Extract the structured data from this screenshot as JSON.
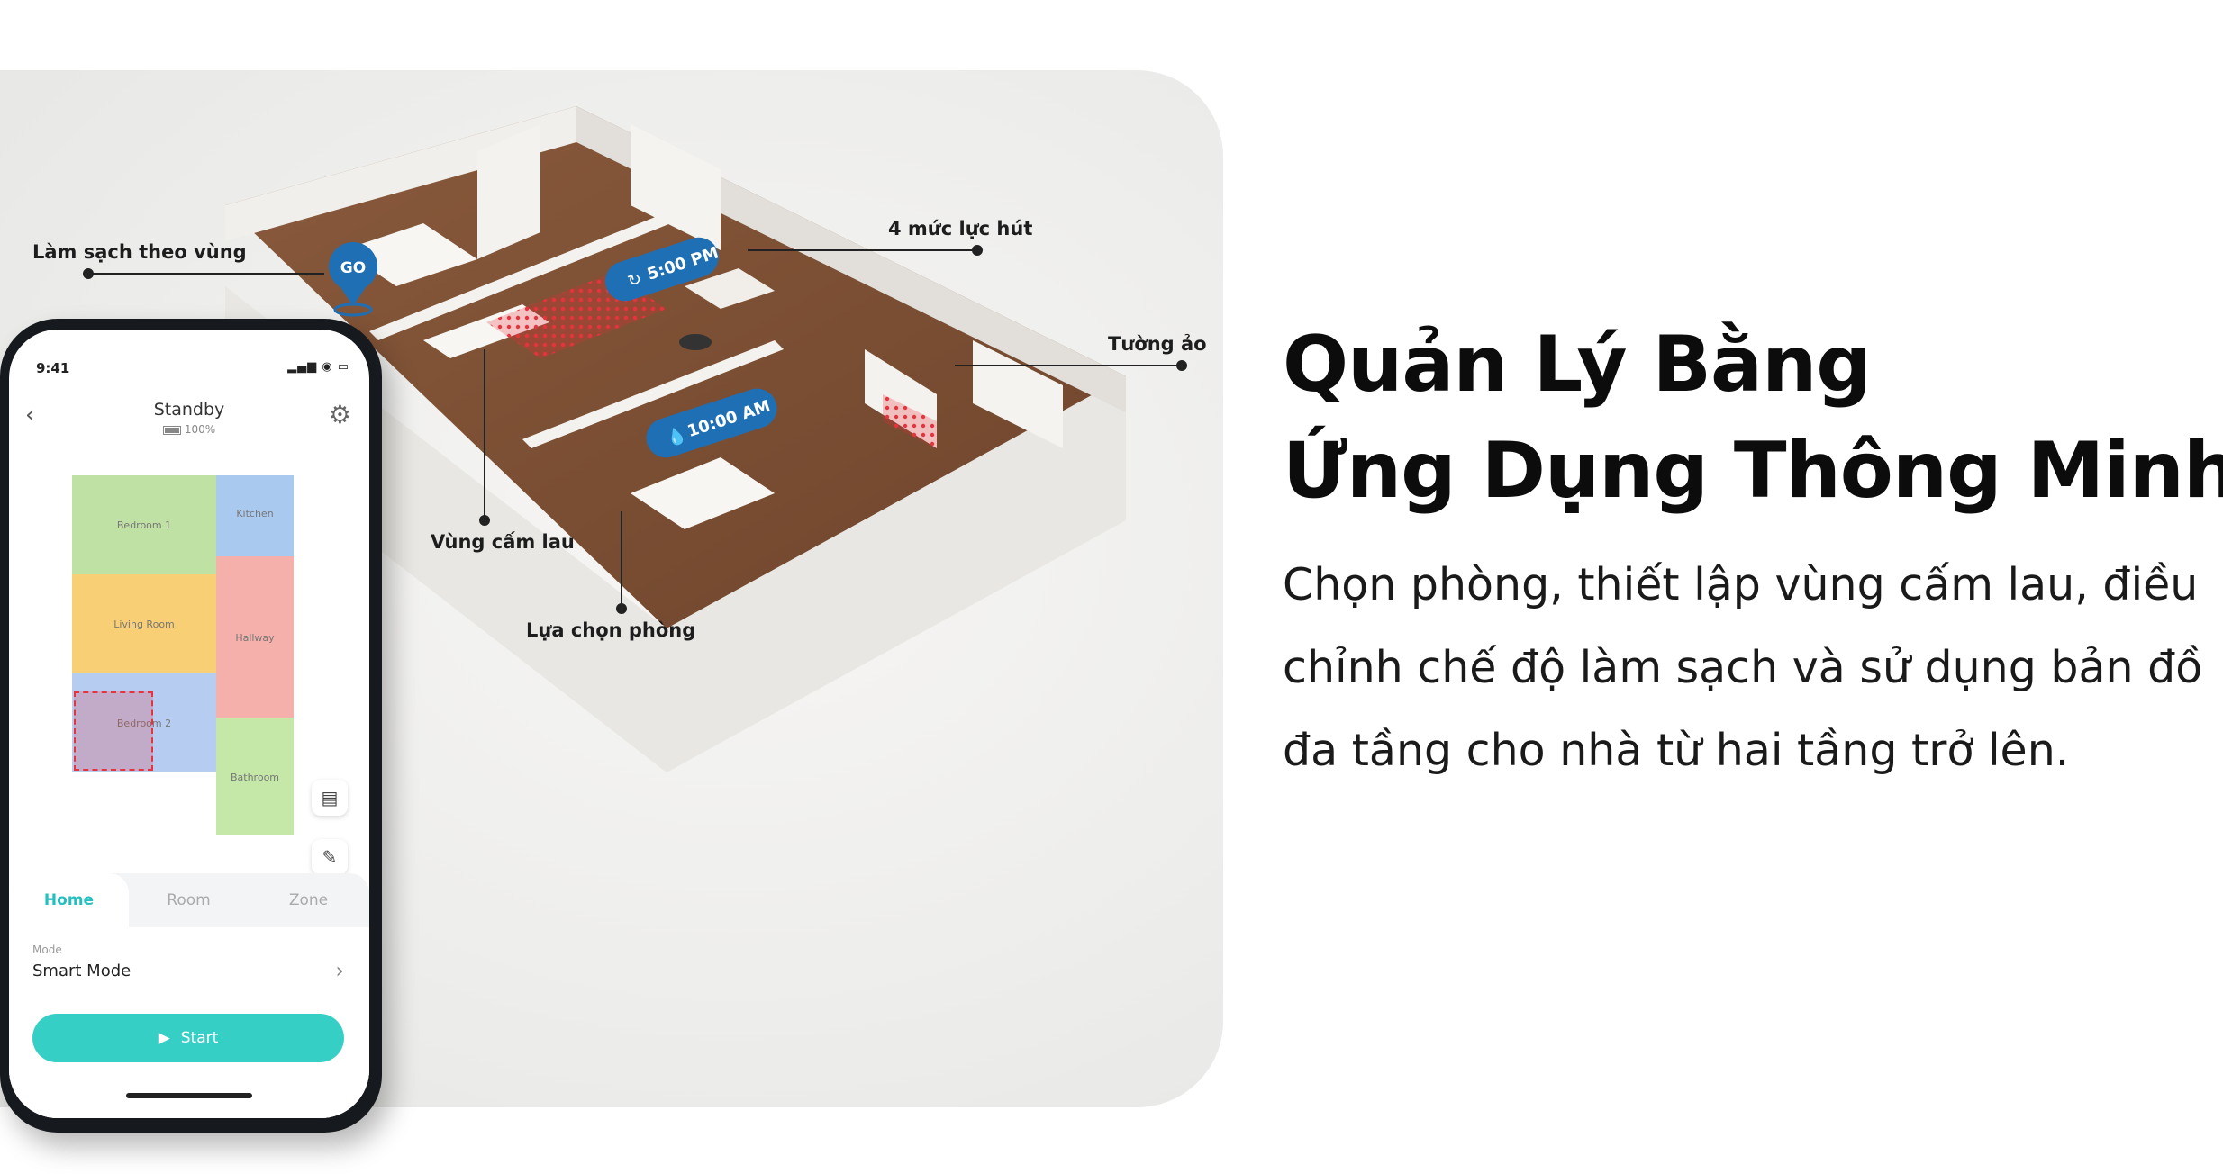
{
  "callouts": {
    "zone_clean": "Làm sạch theo vùng",
    "suction": "4 mức lực hút",
    "virtual_wall": "Tường ảo",
    "no_mop_zone": "Vùng cấm lau",
    "room_select": "Lựa chọn phòng"
  },
  "floorplan": {
    "go_pin": "GO",
    "schedule_1": "5:00 PM",
    "schedule_2": "10:00 AM"
  },
  "phone": {
    "time": "9:41",
    "status": "Standby",
    "battery": "100%",
    "rooms": [
      "Bedroom 1",
      "Kitchen",
      "Living Room",
      "Hallway",
      "Bedroom 2",
      "Bathroom"
    ],
    "tabs": [
      "Home",
      "Room",
      "Zone"
    ],
    "mode_label": "Mode",
    "mode_value": "Smart Mode",
    "start_label": "Start"
  },
  "heading": {
    "line1": "Quản Lý Bằng",
    "line2": "Ứng Dụng Thông Minh"
  },
  "description": "Chọn phòng, thiết lập vùng cấm lau, điều chỉnh chế độ làm sạch và sử dụng bản đồ đa tầng cho nhà từ hai tầng trở lên.",
  "colors": {
    "accent": "#36cfc6",
    "tab_active": "#26bfc0",
    "pin_blue": "#1f6fb5",
    "no_mop_red": "#e8323c"
  }
}
